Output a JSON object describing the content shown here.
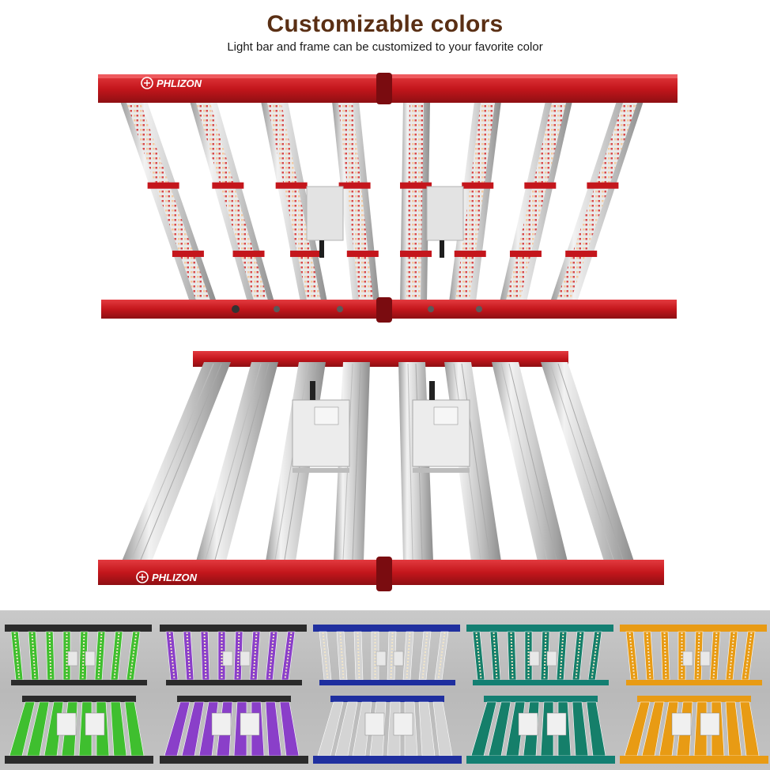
{
  "header": {
    "title": "Customizable colors",
    "subtitle": "Light bar and frame can be customized to your favorite color"
  },
  "product": {
    "brand": "PHLIZON",
    "frame_color": "#c4161c",
    "frame_highlight": "#e8343a",
    "bar_color": "#d9d9d9"
  },
  "variants": [
    {
      "frame": "#2b2b2b",
      "bars": "#3fbf2f"
    },
    {
      "frame": "#2b2b2b",
      "bars": "#8a3fc9"
    },
    {
      "frame": "#1f2f9f",
      "bars": "#d4d4d4"
    },
    {
      "frame": "#137f72",
      "bars": "#157f6a"
    },
    {
      "frame": "#e89b14",
      "bars": "#e89b14"
    }
  ]
}
